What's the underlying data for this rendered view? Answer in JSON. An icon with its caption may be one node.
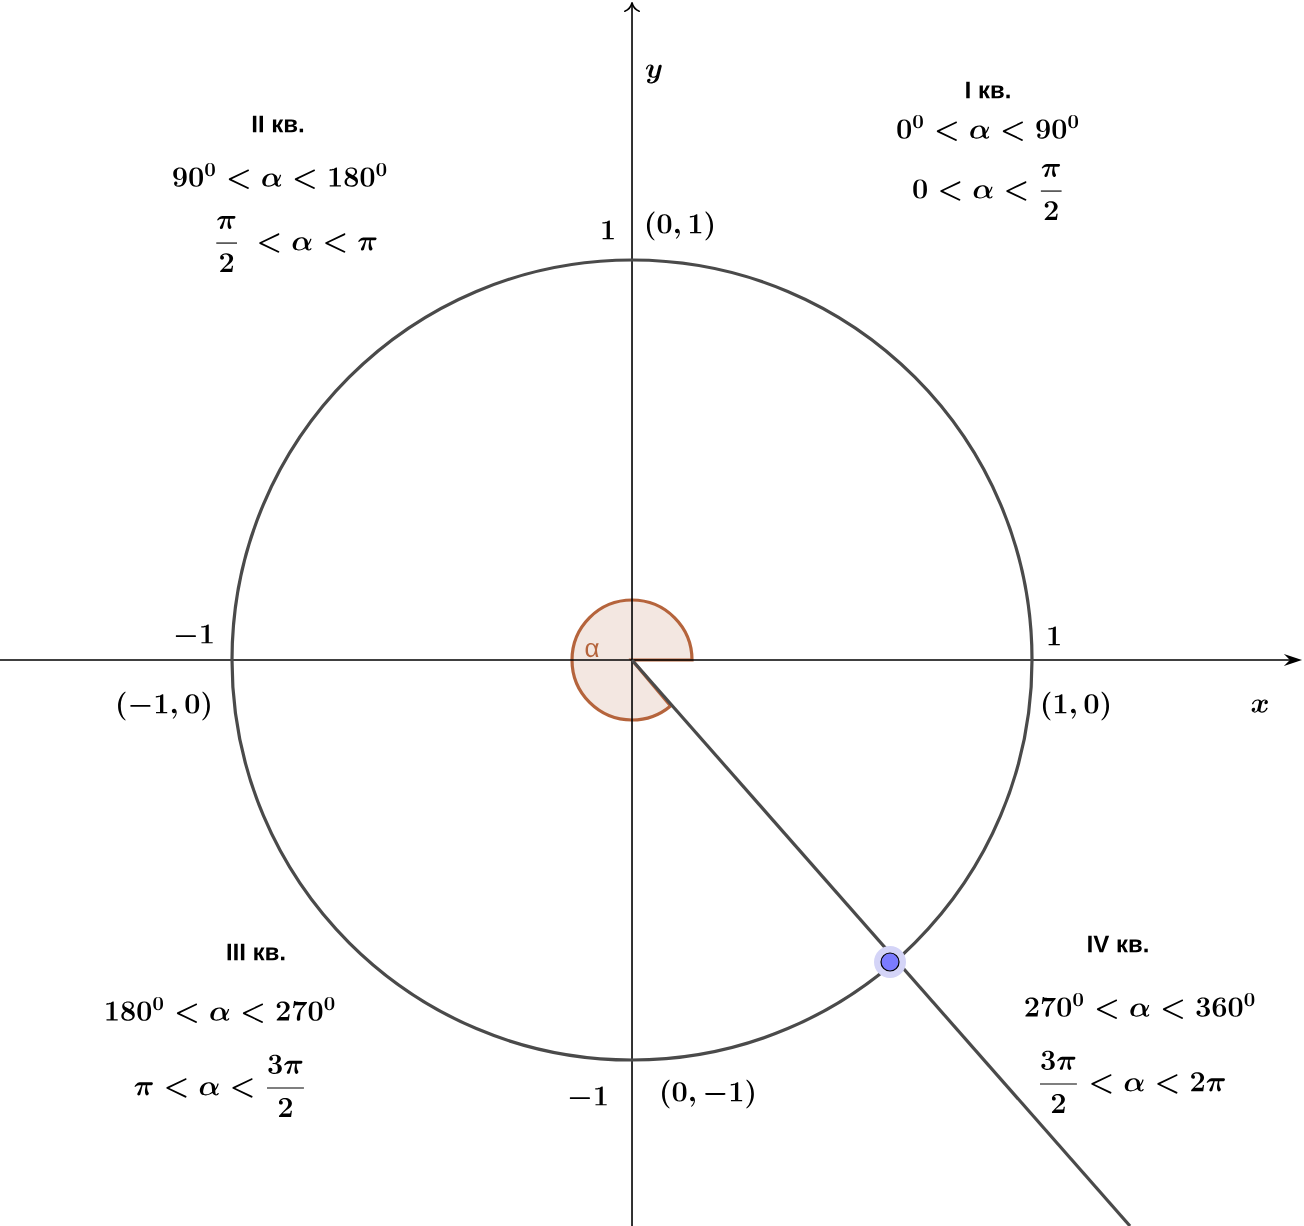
{
  "diagram": {
    "labels": [
      "y",
      "I кв.",
      "II кв.",
      "0^0 < \\alpha < 90^0",
      "90^0 < \\alpha < 180^0",
      "0 < \\alpha < \\dfrac{\\pi}{2}",
      "\\dfrac{\\pi}{2}\\ < \\alpha < \\pi",
      "1",
      "(0,1)",
      "-1",
      "α",
      "1",
      "(-1,0)",
      "(1,0)",
      "x",
      "III кв.",
      "IV кв.",
      "180^0 < \\alpha < 270^0",
      "270^0 < \\alpha < 360^0",
      "\\pi < \\alpha < \\dfrac{3\\pi}{2}",
      "\\dfrac{3\\pi}{2} < \\alpha < 2\\pi",
      "-1",
      "(0,-1)"
    ]
  }
}
